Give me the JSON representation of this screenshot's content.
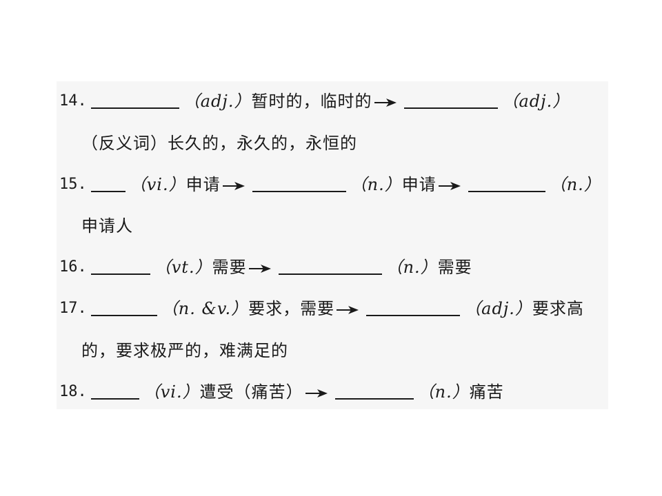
{
  "items": [
    {
      "number": "14.",
      "line1": {
        "pos1": "（adj.）",
        "meaning1": "暂时的，临时的",
        "pos2": "（adj.）"
      },
      "line2": "（反义词）长久的，永久的，永恒的"
    },
    {
      "number": "15.",
      "line1": {
        "pos1": "（vi.）",
        "meaning1": "申请",
        "pos2": "（n.）",
        "meaning2": "申请",
        "pos3": "（n.）"
      },
      "line2": "申请人"
    },
    {
      "number": "16.",
      "line1": {
        "pos1": "（vt.）",
        "meaning1": "需要",
        "pos2": "（n.）",
        "meaning2": "需要"
      }
    },
    {
      "number": "17.",
      "line1": {
        "pos1": "（n. &v.）",
        "meaning1": "要求，需要",
        "pos2": "（adj.）",
        "meaning2": "要求高"
      },
      "line2": "的，要求极严的，难满足的"
    },
    {
      "number": "18.",
      "line1": {
        "pos1": "（vi.）",
        "meaning1": "遭受（痛苦）",
        "pos2": "（n.）",
        "meaning2": "痛苦"
      }
    }
  ]
}
